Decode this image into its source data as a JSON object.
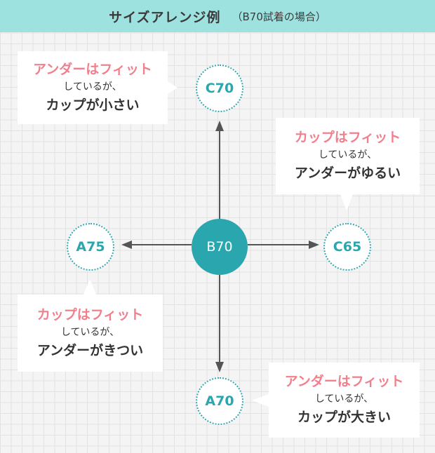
{
  "header": {
    "title": "サイズアレンジ例",
    "subtitle": "（B70試着の場合）"
  },
  "center": {
    "label": "B70"
  },
  "sizes": {
    "top": "C70",
    "left": "A75",
    "right": "C65",
    "bottom": "A70"
  },
  "callouts": {
    "top_left": {
      "line1": "アンダーはフィット",
      "line2": "しているが、",
      "line3": "カップが小さい"
    },
    "right": {
      "line1": "カップはフィット",
      "line2": "しているが、",
      "line3": "アンダーがゆるい"
    },
    "left": {
      "line1": "カップはフィット",
      "line2": "しているが、",
      "line3": "アンダーがきつい"
    },
    "bottom_right": {
      "line1": "アンダーはフィット",
      "line2": "しているが、",
      "line3": "カップが大きい"
    }
  },
  "colors": {
    "header_bg": "#9ee2e0",
    "teal": "#2aa7ae",
    "pink": "#f27f8c",
    "arrow": "#555555"
  }
}
